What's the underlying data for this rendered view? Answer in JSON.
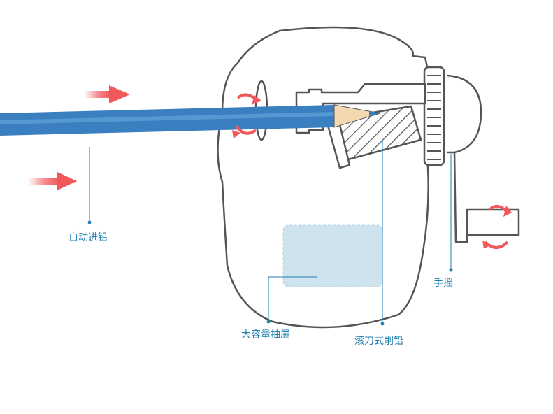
{
  "labels": {
    "auto_feed": "自动进铅",
    "large_drawer": "大容量抽屉",
    "roller_sharpening": "滚刀式削铅",
    "hand_crank": "手摇"
  },
  "colors": {
    "outline": "#555555",
    "callout": "#1f7fb0",
    "arrow": "#f0585a",
    "pencil": "#3a7fc0",
    "drawer": "#cfe3ef",
    "wood": "#f3d9b0"
  }
}
